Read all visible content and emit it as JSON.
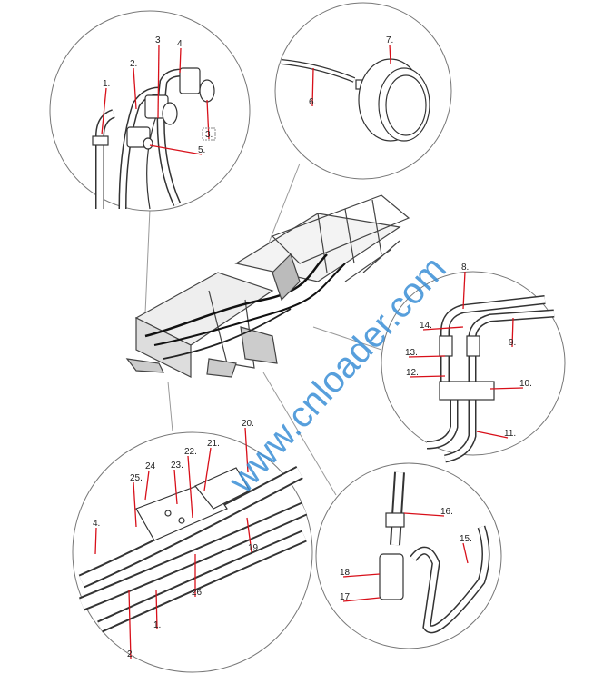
{
  "diagram": {
    "watermark": "www.cnloader.com",
    "colors": {
      "leader": "#d8101a",
      "outline": "#555555",
      "watermark": "#3a8fd6"
    },
    "callouts": {
      "top_left": [
        "1.",
        "2.",
        "3",
        "4",
        "3.",
        "5."
      ],
      "top_right": [
        "6.",
        "7."
      ],
      "right": [
        "8.",
        "14.",
        "9.",
        "13.",
        "12.",
        "10.",
        "11."
      ],
      "bottom_right": [
        "16.",
        "15.",
        "18.",
        "17."
      ],
      "bottom_left": [
        "20.",
        "21.",
        "22.",
        "23.",
        "24",
        "25.",
        "4.",
        "19.",
        "26",
        "1.",
        "2."
      ]
    }
  }
}
